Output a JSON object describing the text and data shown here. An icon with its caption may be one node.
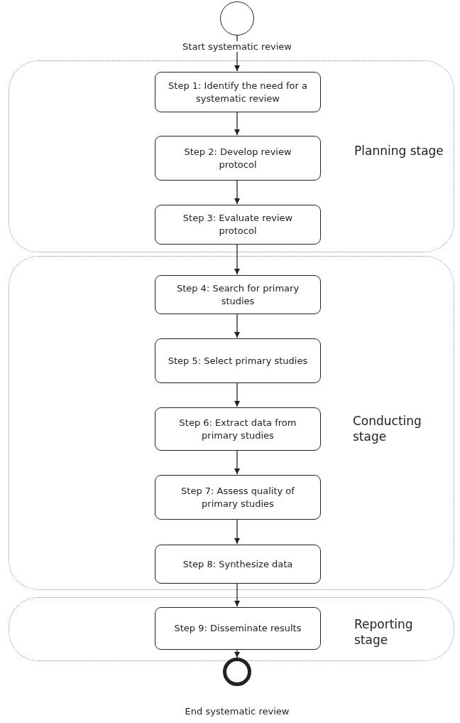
{
  "diagram": {
    "nodes": [
      {
        "text": [],
        "shape": "circle",
        "beside": [
          "Start systematic review"
        ]
      },
      {
        "text": [
          "Planning stage"
        ]
      },
      {
        "text": [
          "Step 1: Identify the need for a systematic review"
        ],
        "in": 1
      },
      {
        "text": [
          "Step 2: Develop review protocol"
        ],
        "in": 1
      },
      {
        "text": [
          "Step 3: Evaluate review protocol"
        ],
        "in": 1
      },
      {
        "text": [
          "Conducting stage"
        ]
      },
      {
        "text": [
          "Step 4: Search for primary studies"
        ],
        "in": 5
      },
      {
        "text": [
          "Step 5: Select primary studies"
        ],
        "in": 5
      },
      {
        "text": [
          "Step 6: Extract data from primary studies"
        ],
        "in": 5
      },
      {
        "text": [
          "Step 7: Assess quality of primary studies"
        ],
        "in": 5
      },
      {
        "text": [
          "Step 8: Synthesize data"
        ],
        "in": 5
      },
      {
        "text": [
          "Reporting stage"
        ]
      },
      {
        "text": [
          "Step 9: Disseminate results"
        ],
        "in": 11
      },
      {
        "text": [],
        "shape": "circle",
        "beside": [
          "End systematic review"
        ]
      }
    ],
    "edges": [
      {
        "from": 0,
        "to": 2,
        "arrow": "to"
      },
      {
        "from": 2,
        "to": 3,
        "arrow": "to"
      },
      {
        "from": 3,
        "to": 4,
        "arrow": "to"
      },
      {
        "from": 4,
        "to": 6,
        "arrow": "to"
      },
      {
        "from": 6,
        "to": 7,
        "arrow": "to"
      },
      {
        "from": 7,
        "to": 8,
        "arrow": "to"
      },
      {
        "from": 8,
        "to": 9,
        "arrow": "to"
      },
      {
        "from": 9,
        "to": 10,
        "arrow": "to"
      },
      {
        "from": 10,
        "to": 12,
        "arrow": "to"
      },
      {
        "from": 12,
        "to": 13,
        "arrow": "to"
      }
    ]
  }
}
